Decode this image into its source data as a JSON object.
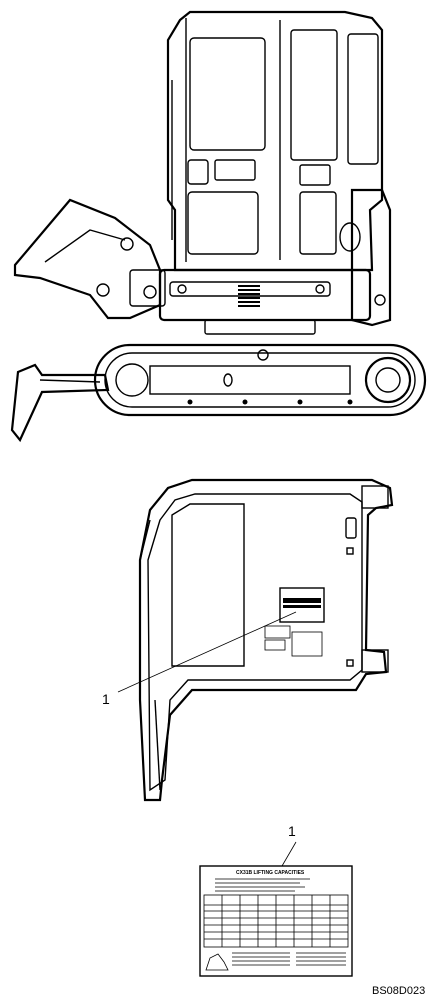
{
  "callouts": {
    "cab_label": "1",
    "decal_label": "1"
  },
  "decal": {
    "title": "CX31B LIFTING CAPACITIES"
  },
  "drawing_code": "BS08D023"
}
